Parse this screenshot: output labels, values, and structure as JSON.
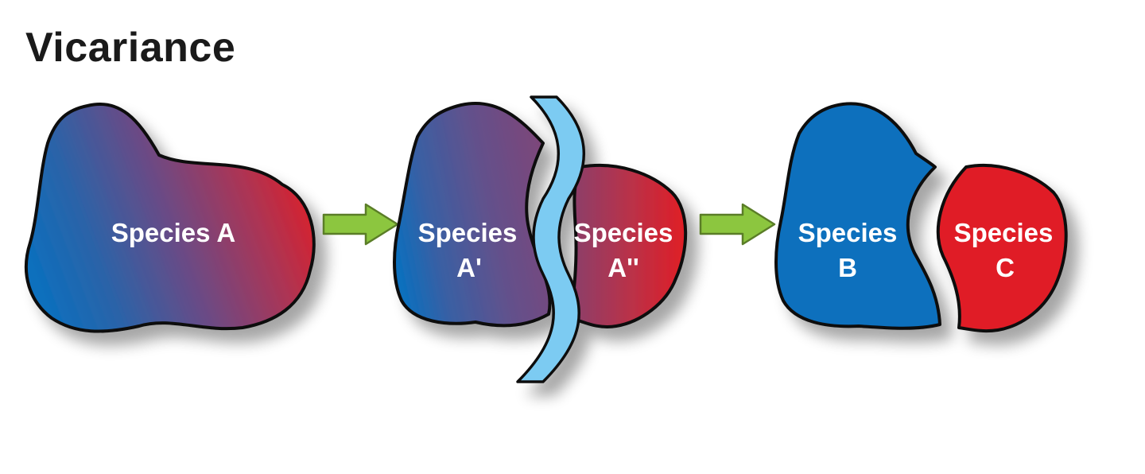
{
  "title": "Vicariance",
  "stages": [
    {
      "labels": [
        {
          "lines": [
            "Species A"
          ]
        }
      ]
    },
    {
      "labels": [
        {
          "lines": [
            "Species",
            "A'"
          ]
        },
        {
          "lines": [
            "Species",
            "A''"
          ]
        }
      ]
    },
    {
      "labels": [
        {
          "lines": [
            "Species",
            "B"
          ]
        },
        {
          "lines": [
            "Species",
            "C"
          ]
        }
      ]
    }
  ],
  "colors": {
    "blue": "#0d6fbd",
    "red": "#e01e25",
    "barrier": "#7ccbf2",
    "arrow": "#8cc63f",
    "outline": "#111111"
  }
}
